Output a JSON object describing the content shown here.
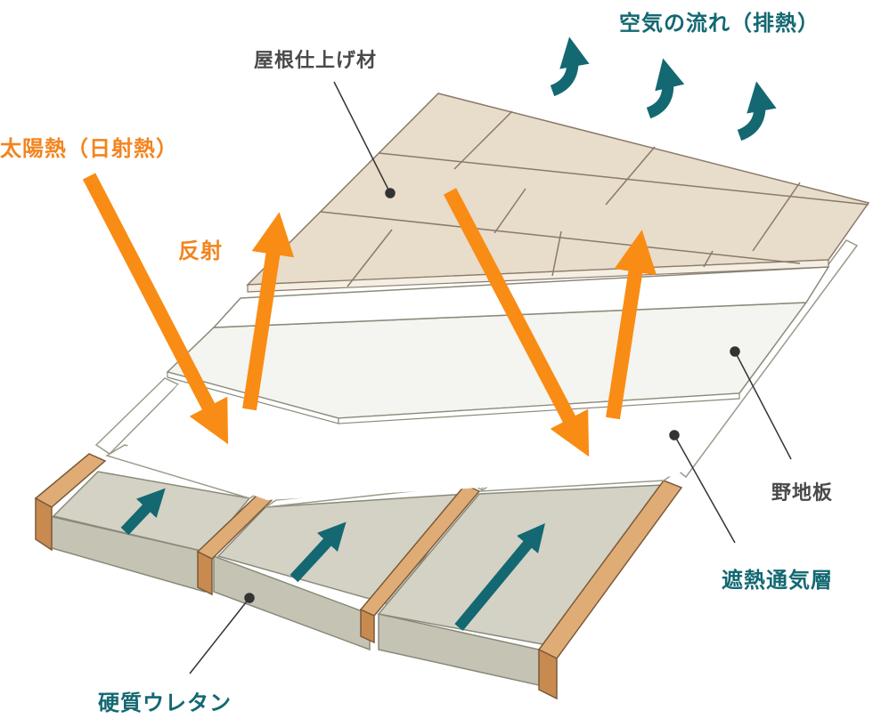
{
  "labels": {
    "air_flow": "空気の流れ（排熱）",
    "roof_finish": "屋根仕上げ材",
    "solar_heat": "太陽熱（日射熱）",
    "reflection": "反射",
    "sheathing": "野地板",
    "heat_shield_vent": "遮熱通気層",
    "urethane": "硬質ウレタン"
  },
  "colors": {
    "orange": "#f98c14",
    "teal": "#136872",
    "leader": "#333333",
    "tile": "#e8dcca",
    "urethane": "#d3d2c4",
    "wood": "#d9a06a"
  },
  "icons": {
    "solar_arrow": "arrow-down-right",
    "reflect_arrow": "arrow-up",
    "air_arrow": "curved-arrow-up",
    "leader_dot": "dot"
  }
}
